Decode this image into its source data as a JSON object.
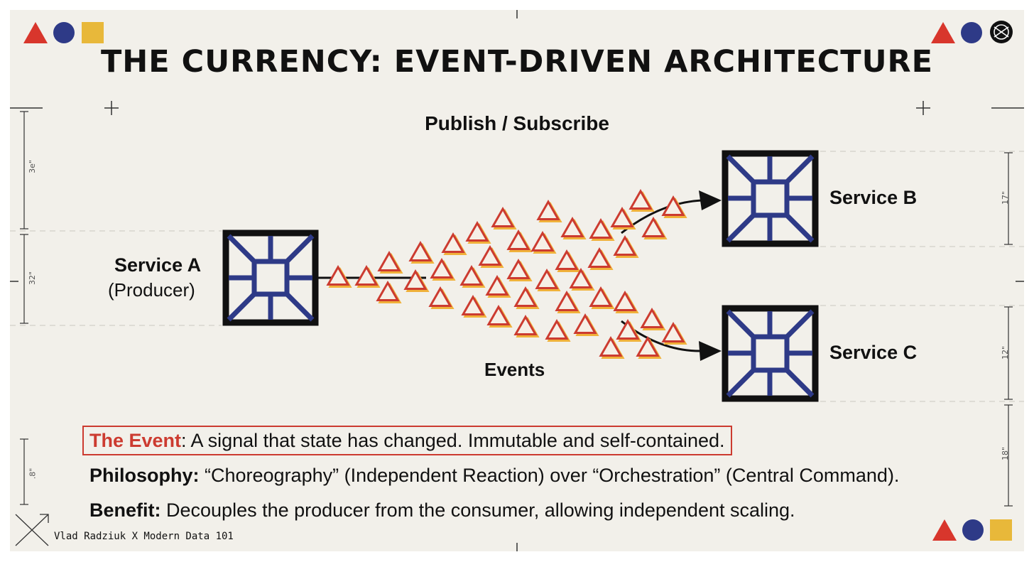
{
  "header": {
    "title": "THE CURRENCY: EVENT-DRIVEN ARCHITECTURE",
    "subtitle": "Publish / Subscribe"
  },
  "diagram": {
    "producer": {
      "name": "Service A",
      "role": "(Producer)"
    },
    "consumers": [
      {
        "name": "Service B"
      },
      {
        "name": "Service C"
      }
    ],
    "flow_label": "Events"
  },
  "notes": {
    "event": {
      "term": "The Event",
      "text": ": A signal that state has changed. Immutable and self-contained."
    },
    "philosophy": {
      "term": "Philosophy:",
      "text": " “Choreography” (Independent Reaction) over “Orchestration” (Central Command)."
    },
    "benefit": {
      "term": "Benefit:",
      "text": " Decouples the producer from the consumer, allowing independent scaling."
    }
  },
  "dimensions": {
    "left_top": "3e\"",
    "left_mid": "32\"",
    "left_bottom": ".8\"",
    "right_top": "17\"",
    "right_mid": "12\"",
    "right_bottom": "18\""
  },
  "credit": "Vlad Radziuk X Modern Data 101",
  "colors": {
    "accent_red": "#cc3b30",
    "accent_blue": "#2e3a87",
    "accent_yellow": "#e8b83a",
    "background": "#f2f0ea",
    "triangle_shadow": "#f0b13a"
  },
  "icons": [
    "logo-icon",
    "service-icon",
    "corner-x-icon",
    "crosshair-icon"
  ]
}
